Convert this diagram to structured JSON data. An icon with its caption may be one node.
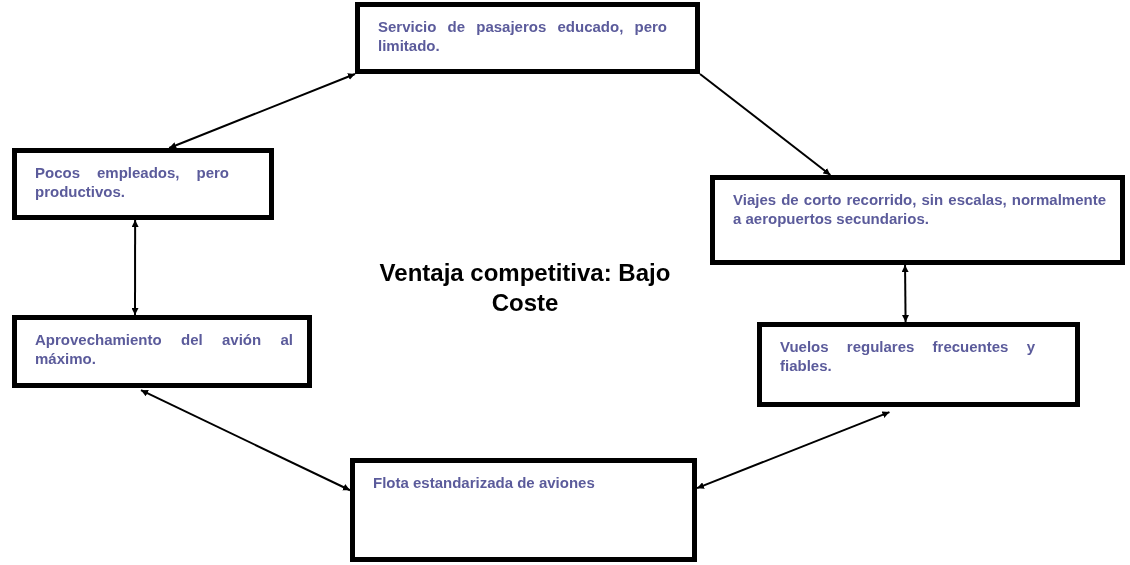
{
  "diagram": {
    "title": "Ventaja competitiva: Bajo Coste",
    "nodes": [
      {
        "text": [
          "Servicio de pasajeros educado, pero limitado."
        ]
      },
      {
        "text": [
          "Viajes de corto recorrido, sin escalas, normalmente a aeropuertos secundarios."
        ]
      },
      {
        "text": [
          "Vuelos regulares frecuentes y fiables."
        ]
      },
      {
        "text": [
          "Flota estandarizada de aviones"
        ]
      },
      {
        "text": [
          "Aprovechamiento del avión al máximo."
        ]
      },
      {
        "text": [
          "Pocos empleados, pero productivos."
        ]
      }
    ],
    "edges": [
      {
        "from": 5,
        "to": 0,
        "arrow": "both"
      },
      {
        "from": 0,
        "to": 1,
        "arrow": "to"
      },
      {
        "from": 1,
        "to": 2,
        "arrow": "both"
      },
      {
        "from": 2,
        "to": 3,
        "arrow": "both"
      },
      {
        "from": 3,
        "to": 4,
        "arrow": "both"
      },
      {
        "from": 4,
        "to": 5,
        "arrow": "both"
      }
    ]
  }
}
